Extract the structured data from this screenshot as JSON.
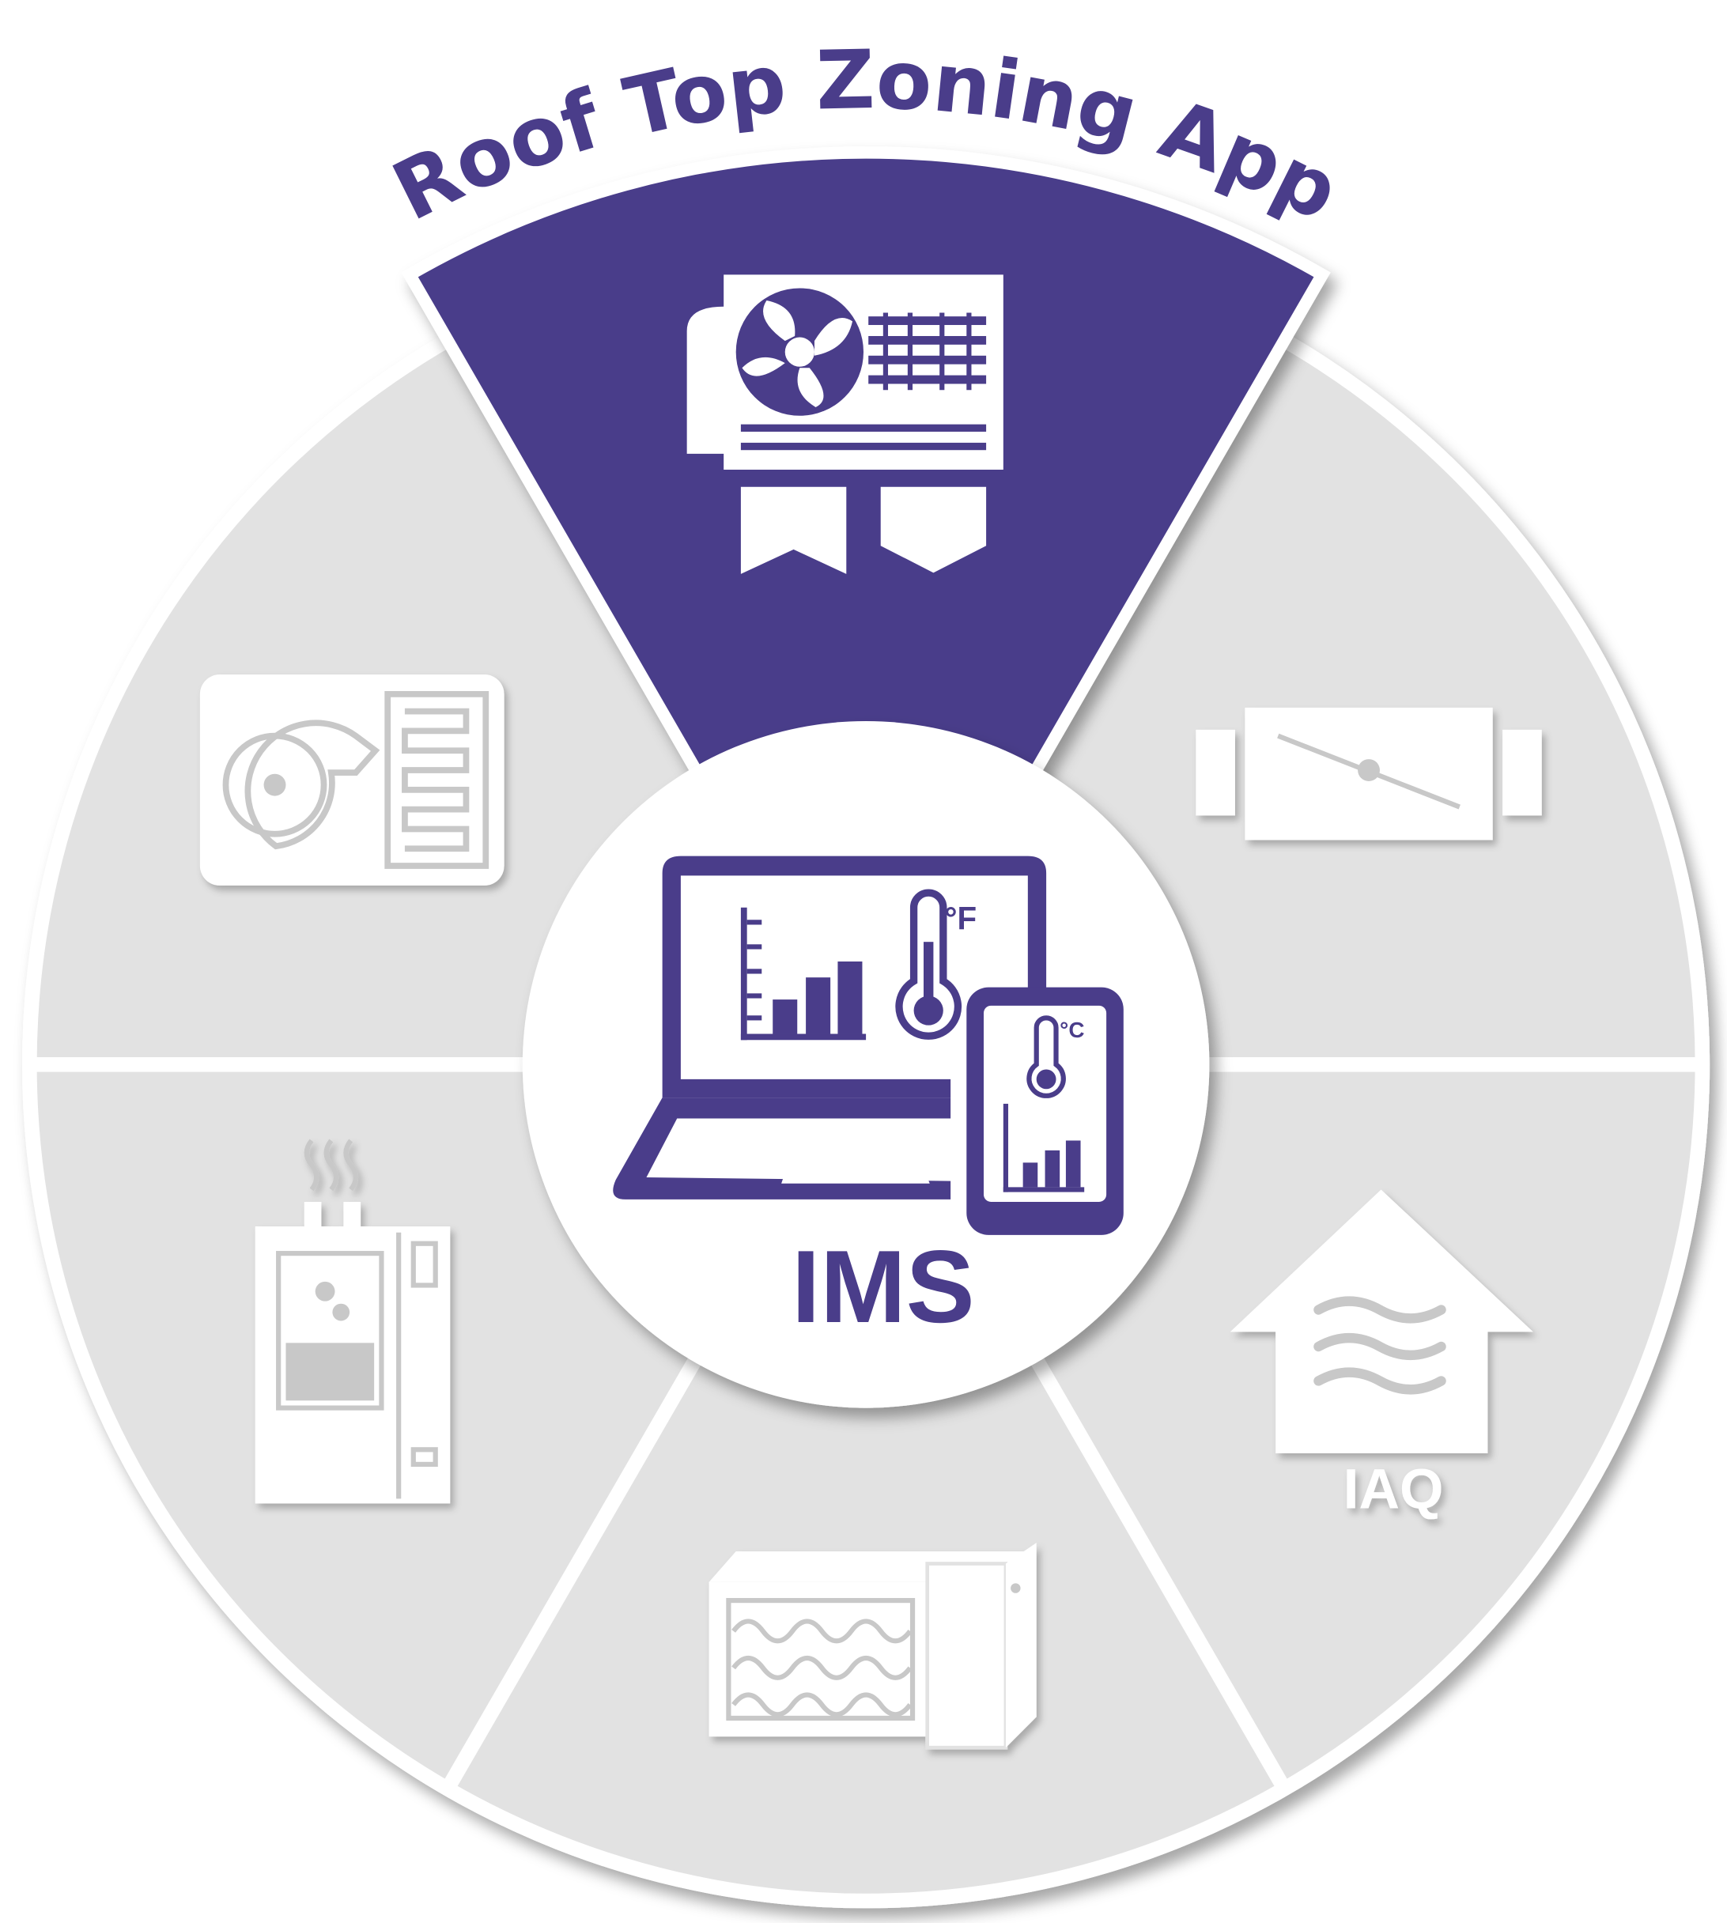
{
  "title": "Roof Top Zoning App",
  "center": {
    "label": "IMS",
    "fahrenheit": "°F",
    "celsius": "°C"
  },
  "segments": [
    {
      "id": "rooftop-unit",
      "active": true
    },
    {
      "id": "damper"
    },
    {
      "id": "indoor-air-quality",
      "label": "IAQ"
    },
    {
      "id": "heater-coil"
    },
    {
      "id": "boiler"
    },
    {
      "id": "fan-coil"
    }
  ],
  "colors": {
    "accent": "#4a3d8a",
    "segment": "#e2e2e2",
    "icon": "#ffffff",
    "icon_line": "#c8c8c8"
  }
}
